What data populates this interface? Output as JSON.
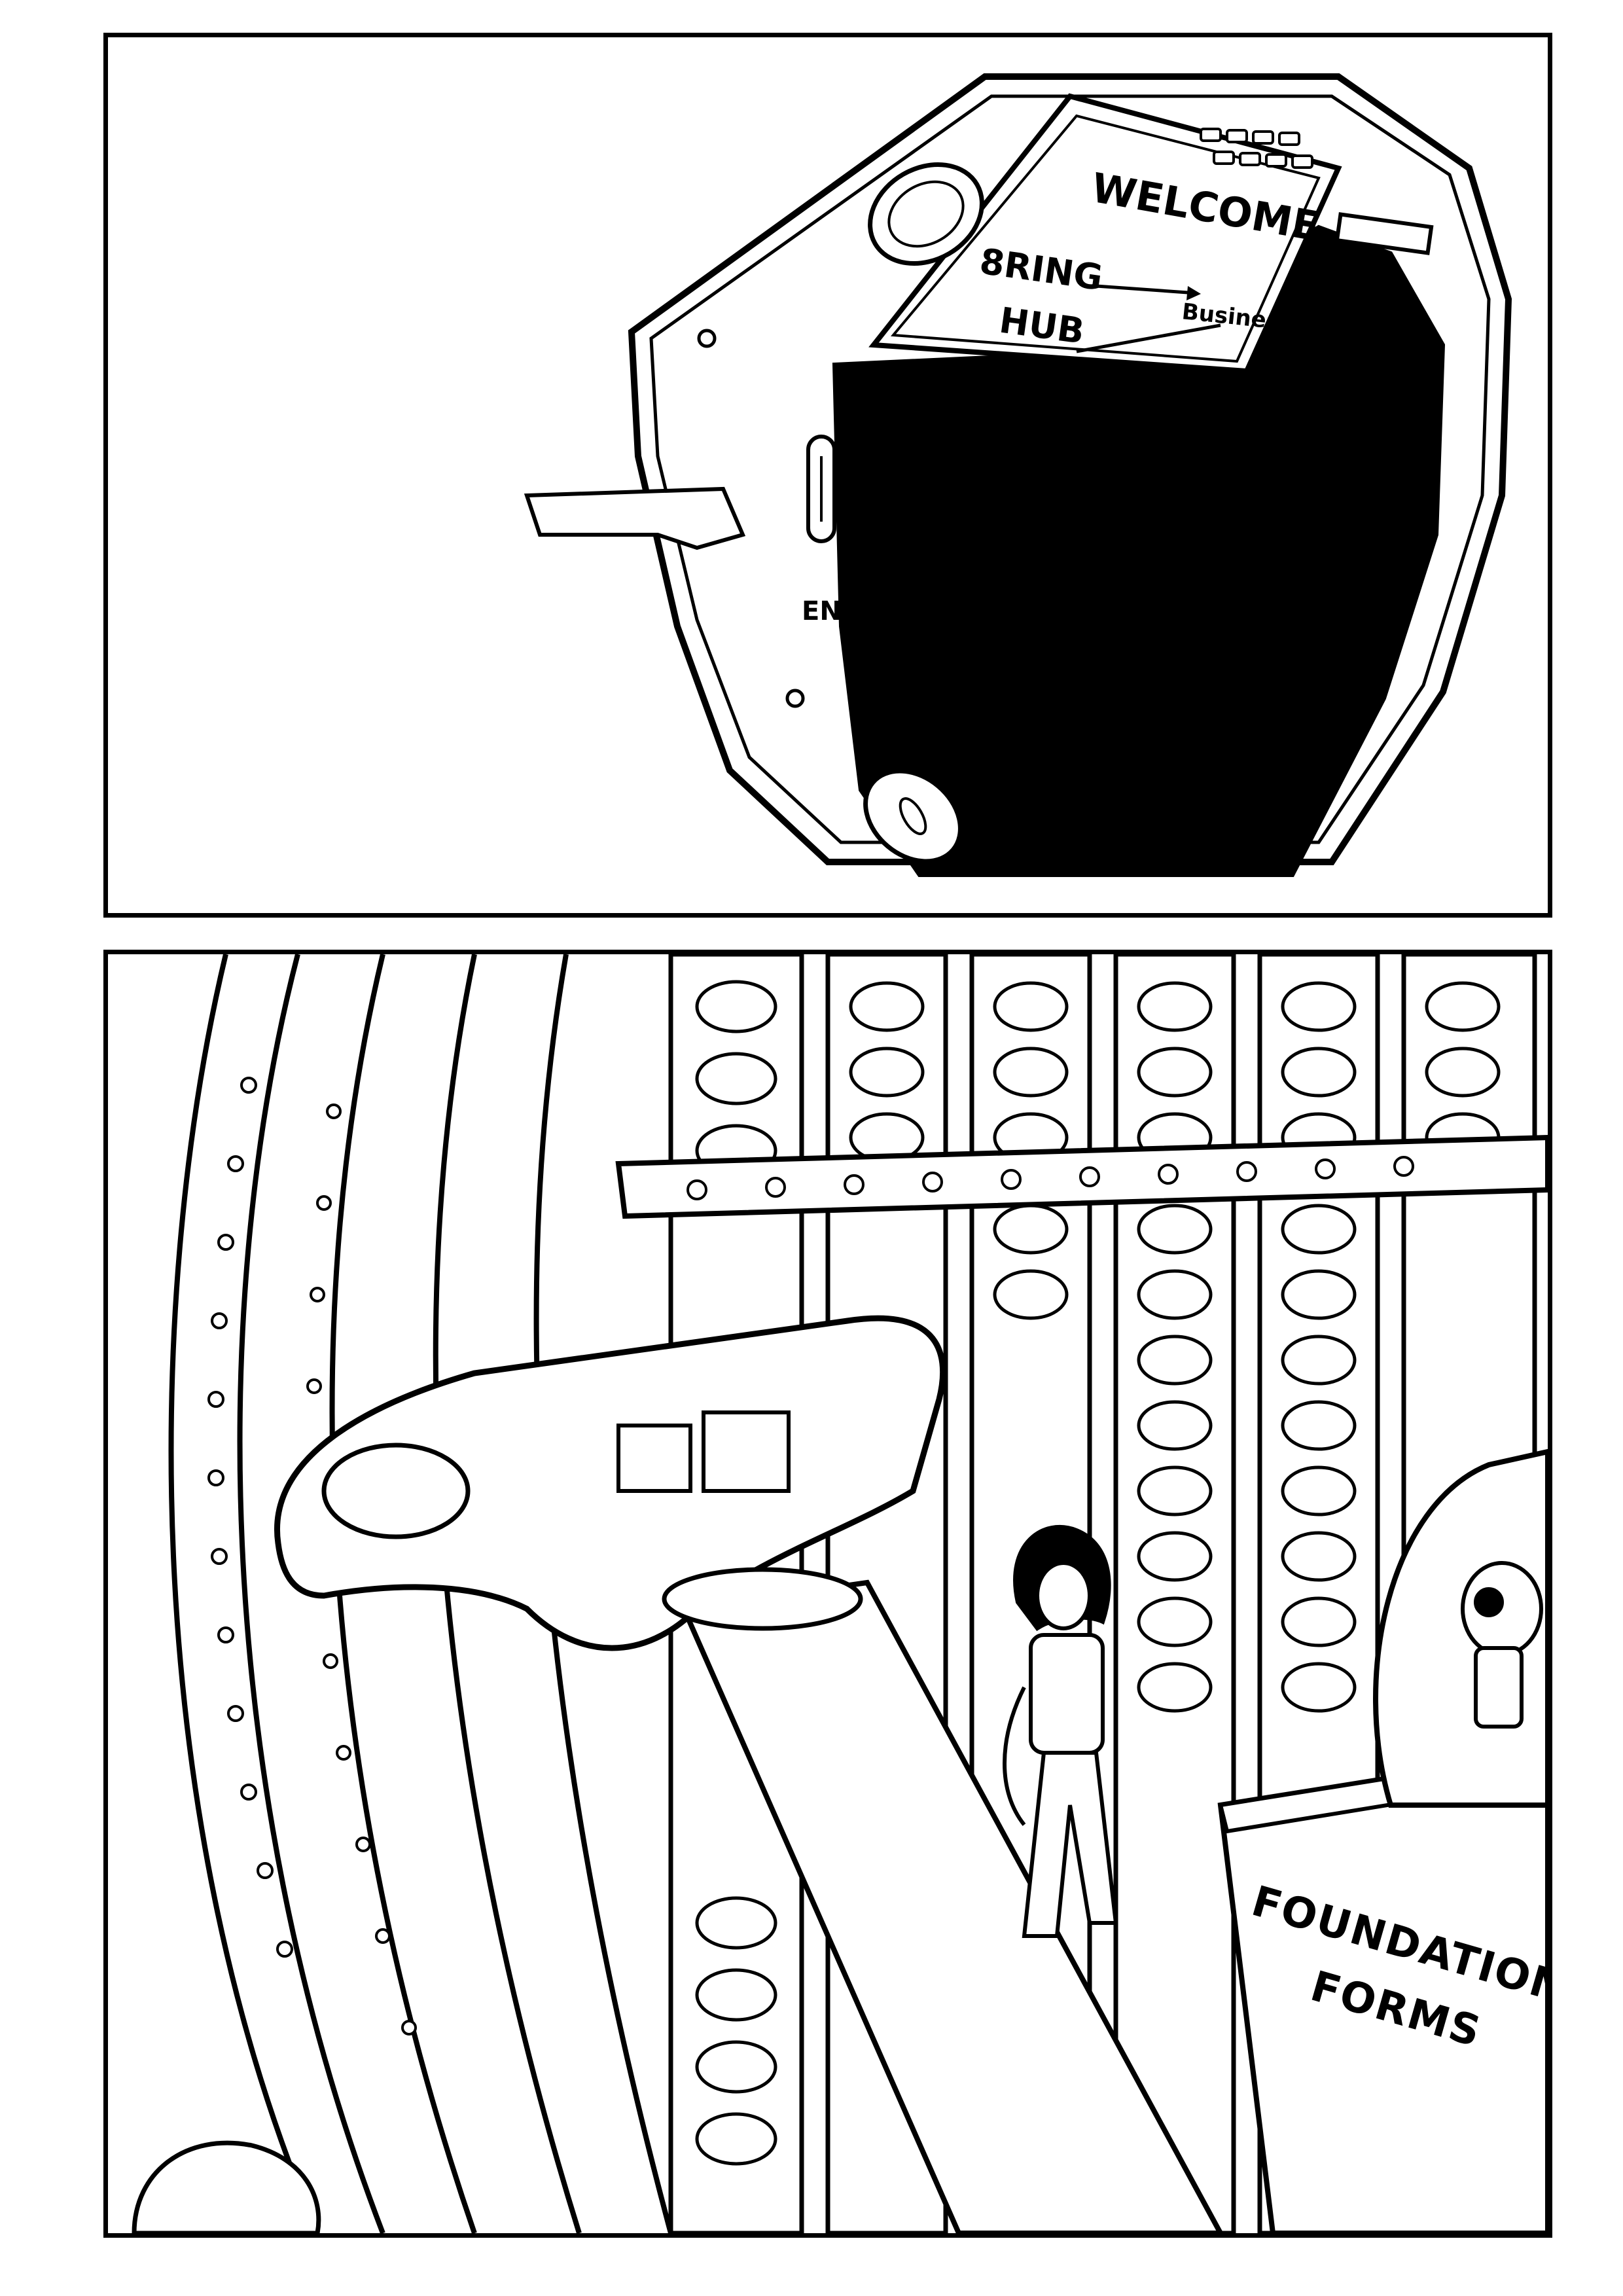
{
  "page": {
    "background": "#ffffff",
    "ink": "#000000"
  },
  "panel_top": {
    "sign": {
      "line1": "WELCOME",
      "line2a": "8RING",
      "line2b": "HUB",
      "arrow_label": "Business"
    },
    "door_label": "ENTER..."
  },
  "panel_bottom": {
    "booth_sign": {
      "line1": "FOUNDATION",
      "line2": "FORMS"
    }
  }
}
